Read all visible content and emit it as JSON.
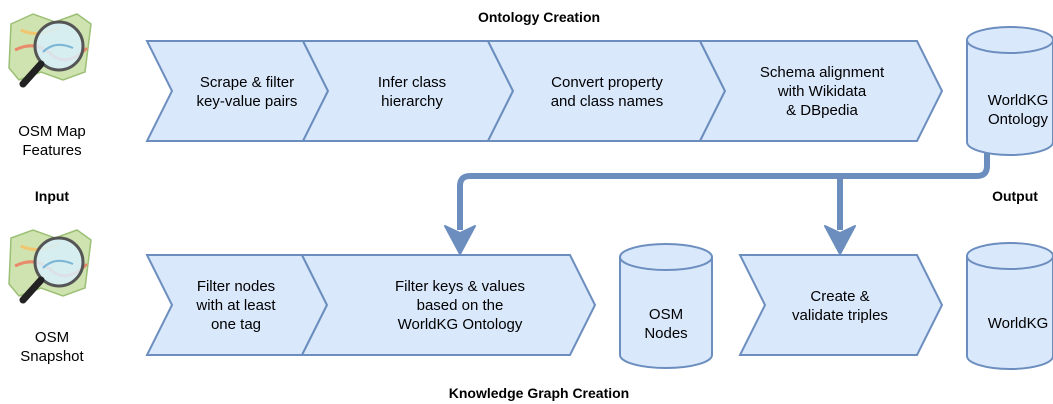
{
  "headings": {
    "ontology_creation": "Ontology Creation",
    "knowledge_graph_creation": "Knowledge Graph Creation",
    "input": "Input",
    "output": "Output"
  },
  "inputs": {
    "map_features": [
      "OSM Map",
      "Features"
    ],
    "snapshot": [
      "OSM",
      "Snapshot"
    ]
  },
  "ontology_steps": [
    [
      "Scrape & filter",
      "key-value pairs"
    ],
    [
      "Infer class",
      "hierarchy"
    ],
    [
      "Convert property",
      "and class names"
    ],
    [
      "Schema alignment",
      "with Wikidata",
      "& DBpedia"
    ]
  ],
  "kg_steps": [
    [
      "Filter nodes",
      "with at least",
      "one tag"
    ],
    [
      "Filter keys & values",
      "based on the",
      "WorldKG Ontology"
    ]
  ],
  "kg_final_step": [
    "Create &",
    "validate triples"
  ],
  "databases": {
    "worldkg_ontology": [
      "WorldKG",
      "Ontology"
    ],
    "osm_nodes": [
      "OSM",
      "Nodes"
    ],
    "worldkg": [
      "WorldKG"
    ]
  },
  "colors": {
    "fill": "#dae8fc",
    "stroke": "#6c8ebf",
    "arrow": "#6c8ebf"
  },
  "icons": {
    "input_icon": "osm-magnifier-map-icon"
  }
}
